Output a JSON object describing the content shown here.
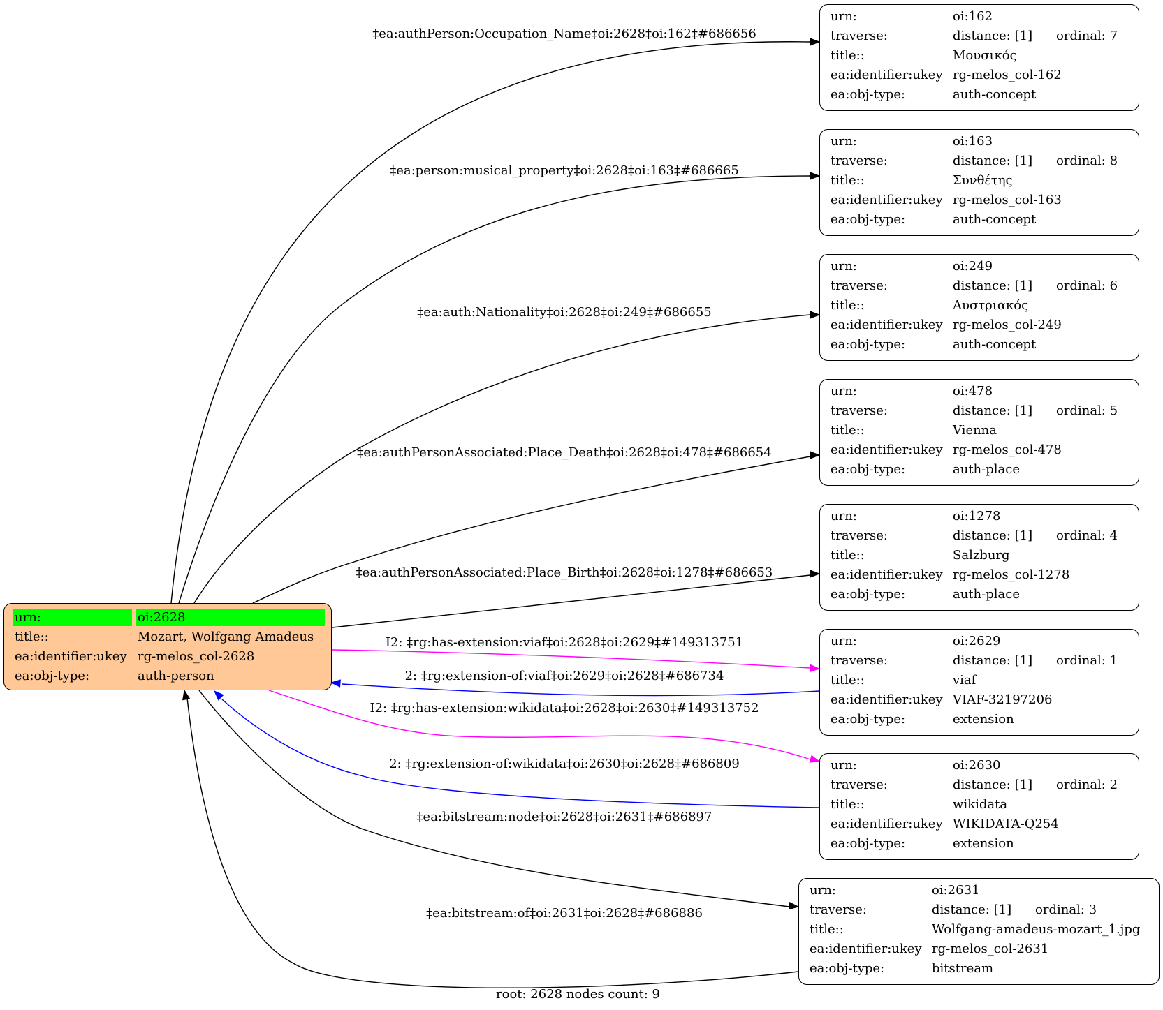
{
  "root": {
    "rows": [
      {
        "k": "urn:",
        "v": "oi:2628"
      },
      {
        "k": "title::",
        "v": "Mozart, Wolfgang Amadeus"
      },
      {
        "k": "ea:identifier:ukey",
        "v": "rg-melos_col-2628"
      },
      {
        "k": "ea:obj-type:",
        "v": "auth-person"
      }
    ]
  },
  "nodes": [
    {
      "urn": "oi:162",
      "distance": "distance: [1]",
      "ordinal": "ordinal: 7",
      "title": "Μουσικός",
      "ukey": "rg-melos_col-162",
      "type": "auth-concept"
    },
    {
      "urn": "oi:163",
      "distance": "distance: [1]",
      "ordinal": "ordinal: 8",
      "title": "Συνθέτης",
      "ukey": "rg-melos_col-163",
      "type": "auth-concept"
    },
    {
      "urn": "oi:249",
      "distance": "distance: [1]",
      "ordinal": "ordinal: 6",
      "title": "Αυστριακός",
      "ukey": "rg-melos_col-249",
      "type": "auth-concept"
    },
    {
      "urn": "oi:478",
      "distance": "distance: [1]",
      "ordinal": "ordinal: 5",
      "title": "Vienna",
      "ukey": "rg-melos_col-478",
      "type": "auth-place"
    },
    {
      "urn": "oi:1278",
      "distance": "distance: [1]",
      "ordinal": "ordinal: 4",
      "title": "Salzburg",
      "ukey": "rg-melos_col-1278",
      "type": "auth-place"
    },
    {
      "urn": "oi:2629",
      "distance": "distance: [1]",
      "ordinal": "ordinal: 1",
      "title": "viaf",
      "ukey": "VIAF-32197206",
      "type": "extension"
    },
    {
      "urn": "oi:2630",
      "distance": "distance: [1]",
      "ordinal": "ordinal: 2",
      "title": "wikidata",
      "ukey": "WIKIDATA-Q254",
      "type": "extension"
    },
    {
      "urn": "oi:2631",
      "distance": "distance: [1]",
      "ordinal": "ordinal: 3",
      "title": "Wolfgang-amadeus-mozart_1.jpg",
      "ukey": "rg-melos_col-2631",
      "type": "bitstream"
    }
  ],
  "node_keys": {
    "urn": "urn:",
    "traverse": "traverse:",
    "title": "title::",
    "ukey": "ea:identifier:ukey",
    "type": "ea:obj-type:"
  },
  "edges": [
    {
      "label": "‡ea:authPerson:Occupation_Name‡oi:2628‡oi:162‡#686656",
      "color": "#000000"
    },
    {
      "label": "‡ea:person:musical_property‡oi:2628‡oi:163‡#686665",
      "color": "#000000"
    },
    {
      "label": "‡ea:auth:Nationality‡oi:2628‡oi:249‡#686655",
      "color": "#000000"
    },
    {
      "label": "‡ea:authPersonAssociated:Place_Death‡oi:2628‡oi:478‡#686654",
      "color": "#000000"
    },
    {
      "label": "‡ea:authPersonAssociated:Place_Birth‡oi:2628‡oi:1278‡#686653",
      "color": "#000000"
    },
    {
      "label": "I2: ‡rg:has-extension:viaf‡oi:2628‡oi:2629‡#149313751",
      "color": "#ff00ff"
    },
    {
      "label": "2: ‡rg:extension-of:viaf‡oi:2629‡oi:2628‡#686734",
      "color": "#0000ff"
    },
    {
      "label": "I2: ‡rg:has-extension:wikidata‡oi:2628‡oi:2630‡#149313752",
      "color": "#ff00ff"
    },
    {
      "label": "2: ‡rg:extension-of:wikidata‡oi:2630‡oi:2628‡#686809",
      "color": "#0000ff"
    },
    {
      "label": "‡ea:bitstream:node‡oi:2628‡oi:2631‡#686897",
      "color": "#000000"
    },
    {
      "label": "‡ea:bitstream:of‡oi:2631‡oi:2628‡#686886",
      "color": "#000000"
    }
  ],
  "footer": "root: 2628 nodes count: 9"
}
